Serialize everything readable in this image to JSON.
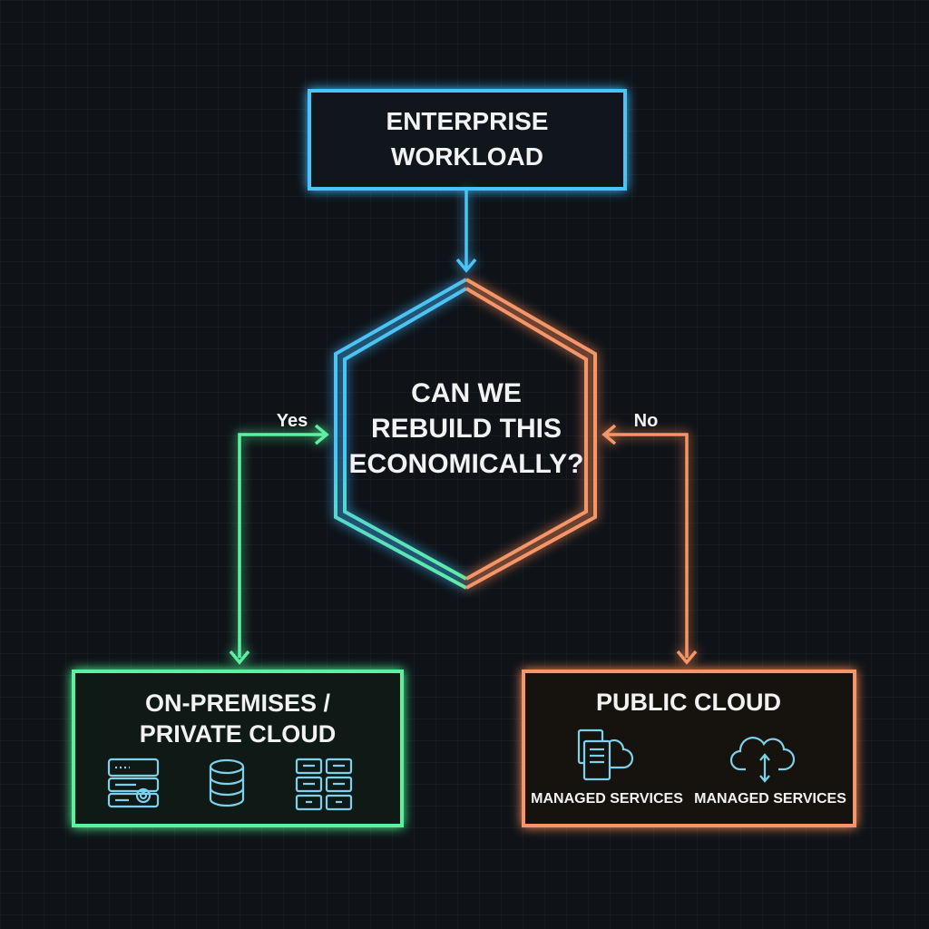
{
  "colors": {
    "blue": "#4cc3f5",
    "green": "#5ef0a0",
    "orange": "#f5966a",
    "icon": "#7fd0ea"
  },
  "start": {
    "line1": "ENTERPRISE",
    "line2": "WORKLOAD"
  },
  "decision": {
    "line1": "CAN WE",
    "line2": "REBUILD THIS",
    "line3": "ECONOMICALLY?"
  },
  "branches": {
    "yes": "Yes",
    "no": "No"
  },
  "onprem": {
    "line1": "ON-PREMISES /",
    "line2": "PRIVATE CLOUD",
    "icons": [
      "server-gear-icon",
      "database-icon",
      "storage-grid-icon"
    ]
  },
  "cloud": {
    "title": "PUBLIC CLOUD",
    "items": [
      {
        "label": "MANAGED SERVICES",
        "icon": "documents-cloud-icon"
      },
      {
        "label": "MANAGED SERVICES",
        "icon": "cloud-transfer-icon"
      }
    ]
  }
}
